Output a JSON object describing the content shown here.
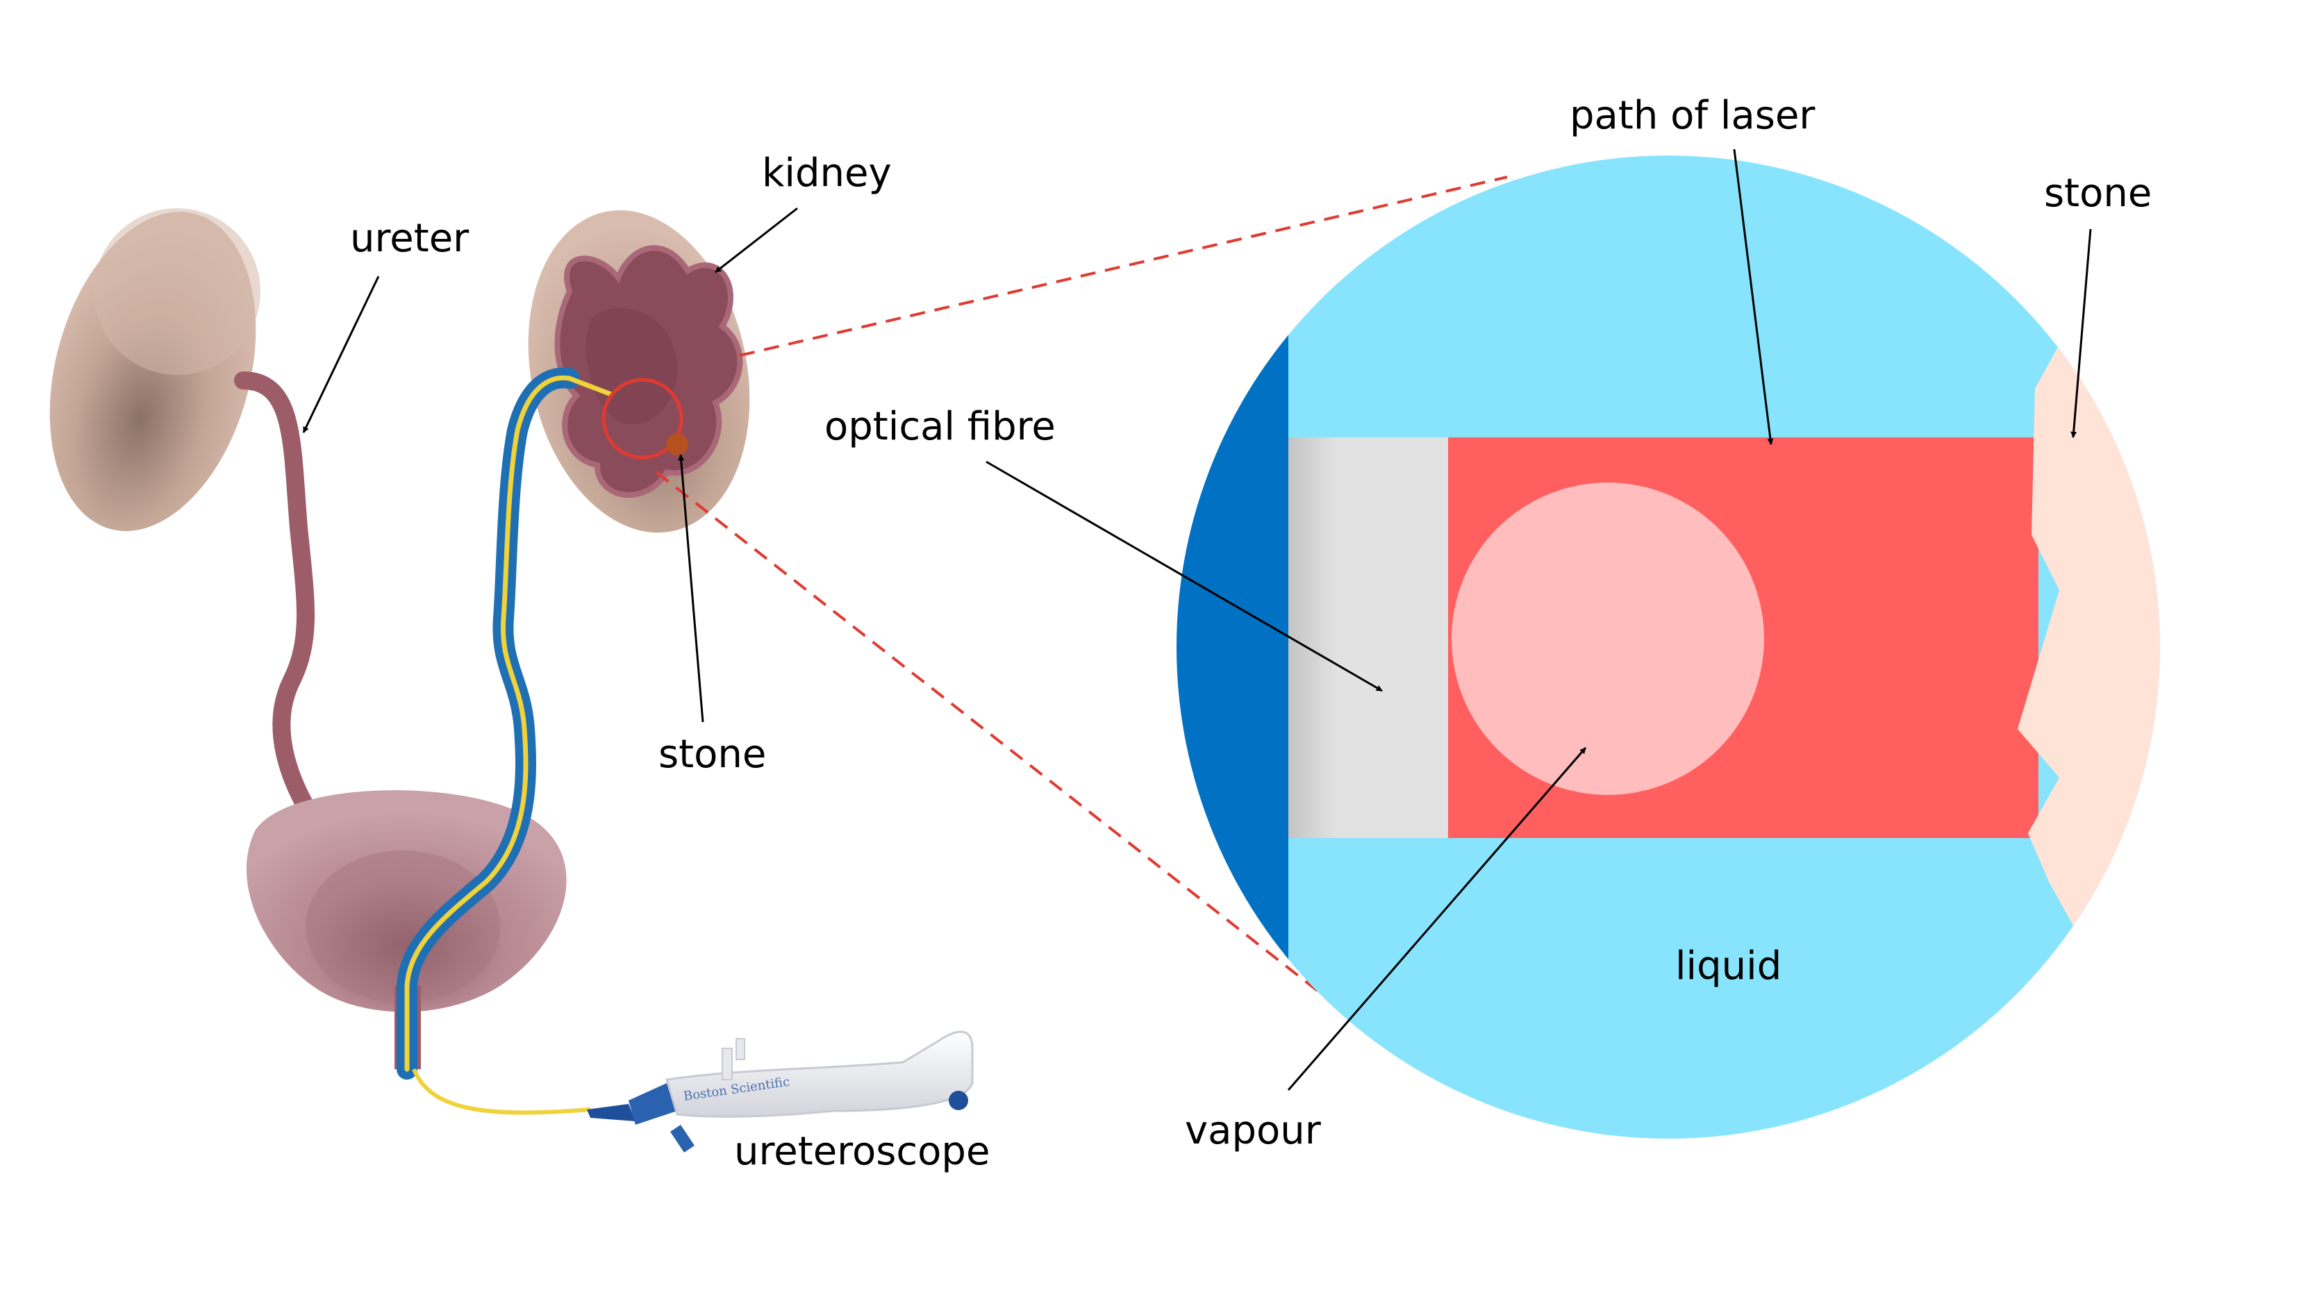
{
  "labels": {
    "ureter": "ureter",
    "kidney": "kidney",
    "stone_left": "stone",
    "ureteroscope": "ureteroscope",
    "path_of_laser": "path of laser",
    "stone_right": "stone",
    "optical_fibre": "optical fibre",
    "liquid": "liquid",
    "vapour": "vapour"
  },
  "device_brand": "Boston Scientific",
  "colors": {
    "kidney_outer": "#c8a898",
    "kidney_inner": "#9a5a66",
    "ureter": "#a0626c",
    "bladder": "#b88890",
    "scope_sheath": "#1f6fb5",
    "scope_wire": "#f0d23a",
    "dashed_line": "#e03a32",
    "liquid": "#87e4fc",
    "fibre_cladding": "#0171c4",
    "fibre_core": "#e0e0e0",
    "laser": "#ff5f5f",
    "vapour": "#ffbdbd",
    "stone": "#ffe3d7",
    "stone_marker": "#b6501f",
    "ureteroscope_body": "#f2f2f4"
  }
}
